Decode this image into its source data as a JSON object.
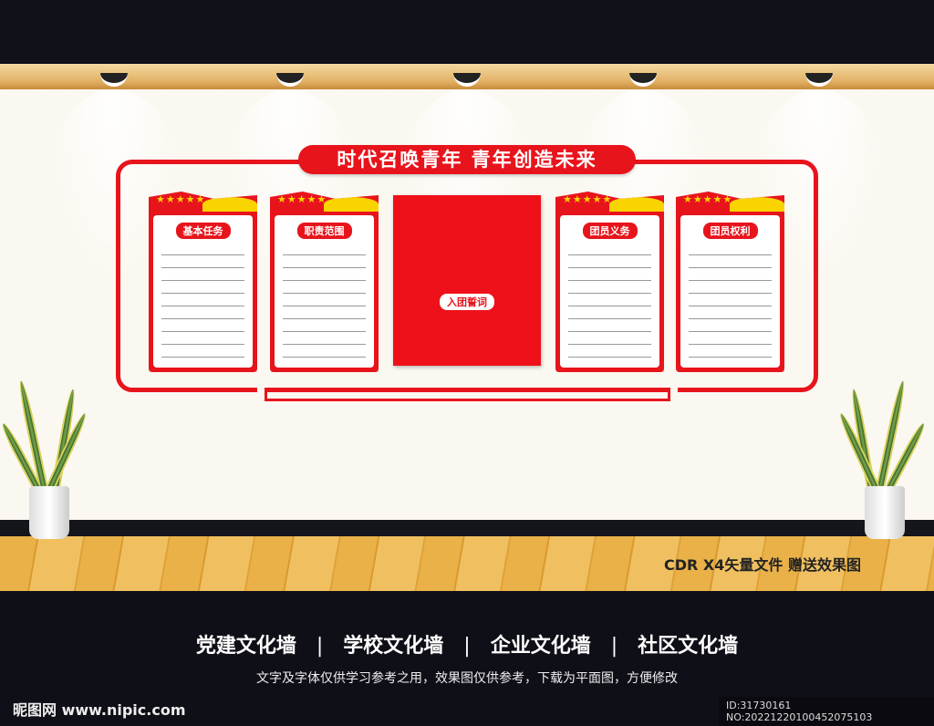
{
  "banner_title": "时代召唤青年 青年创造未来",
  "panels": [
    {
      "title": "基本任务"
    },
    {
      "title": "职责范围"
    },
    {
      "title": "团员义务"
    },
    {
      "title": "团员权利"
    }
  ],
  "center_panel": {
    "title": "入团誓词"
  },
  "stars": "★★★★★",
  "file_note": "CDR X4矢量文件  赠送效果图",
  "categories": [
    "党建文化墙",
    "学校文化墙",
    "企业文化墙",
    "社区文化墙"
  ],
  "separator": "|",
  "disclaimer": "文字及字体仅供学习参考之用，效果图仅供参考，下载为平面图，方便修改",
  "watermark": "昵图网 www.nipic.com",
  "id_text": "ID:31730161 NO:20221220100452075103",
  "colors": {
    "red": "#e8141c",
    "gold": "#f9d400",
    "dark": "#11111a"
  }
}
